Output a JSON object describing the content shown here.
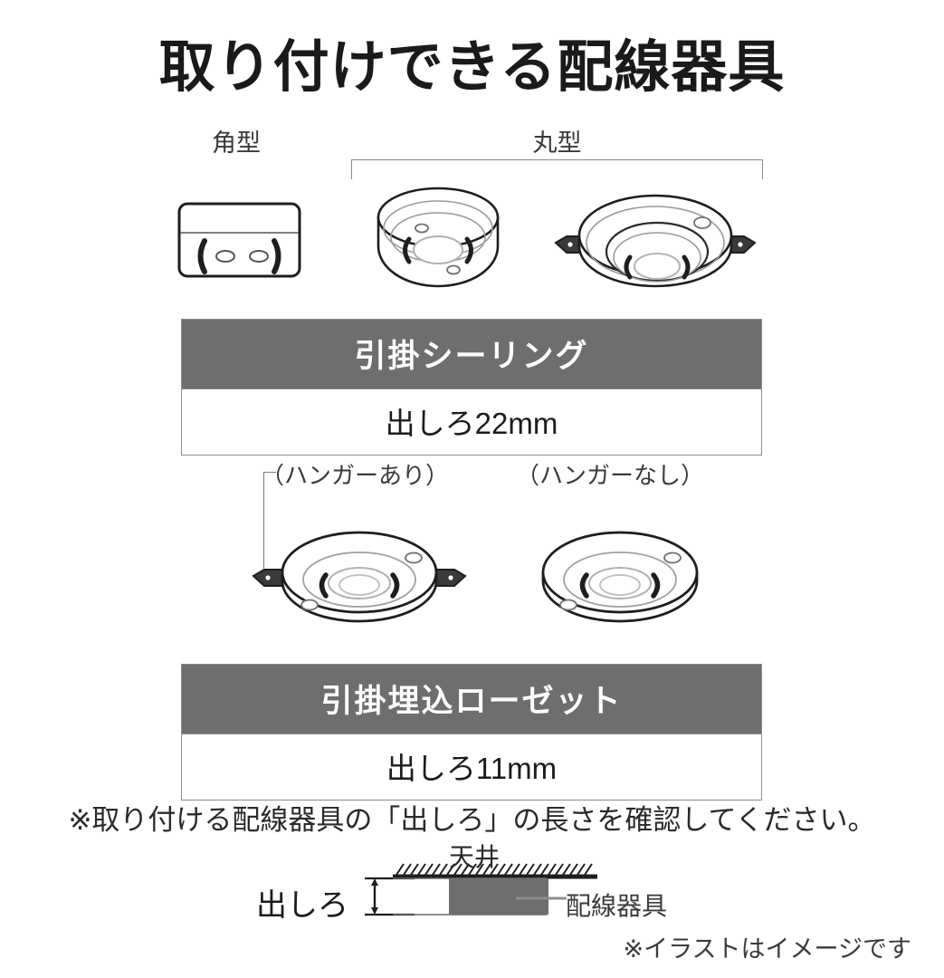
{
  "title": "取り付けできる配線器具",
  "type_labels": {
    "square": "角型",
    "round": "丸型"
  },
  "fixtures_row1": [
    {
      "name": "square-ceiling-rose",
      "type": "角型"
    },
    {
      "name": "round-ceiling-rose",
      "type": "丸型"
    },
    {
      "name": "round-ceiling-rose-with-hanger",
      "type": "丸型"
    }
  ],
  "spec_tables": [
    {
      "header": "引掛シーリング",
      "value": "出しろ22mm"
    },
    {
      "header": "引掛埋込ローゼット",
      "value": "出しろ11mm"
    }
  ],
  "hanger_labels": {
    "with": "（ハンガーあり）",
    "without": "（ハンガーなし）"
  },
  "notes": {
    "main": "※取り付ける配線器具の「出しろ」の長さを確認してください。",
    "illustration": "※イラストはイメージです"
  },
  "section_diagram": {
    "ceiling": "天井",
    "protrusion": "出しろ",
    "device": "配線器具"
  },
  "colors": {
    "header_gray": "#6e6e6e",
    "border_gray": "#8d8d8d",
    "device_gray": "#6e6e6e",
    "text_dark": "#1c1c1c",
    "background": "#ffffff"
  }
}
